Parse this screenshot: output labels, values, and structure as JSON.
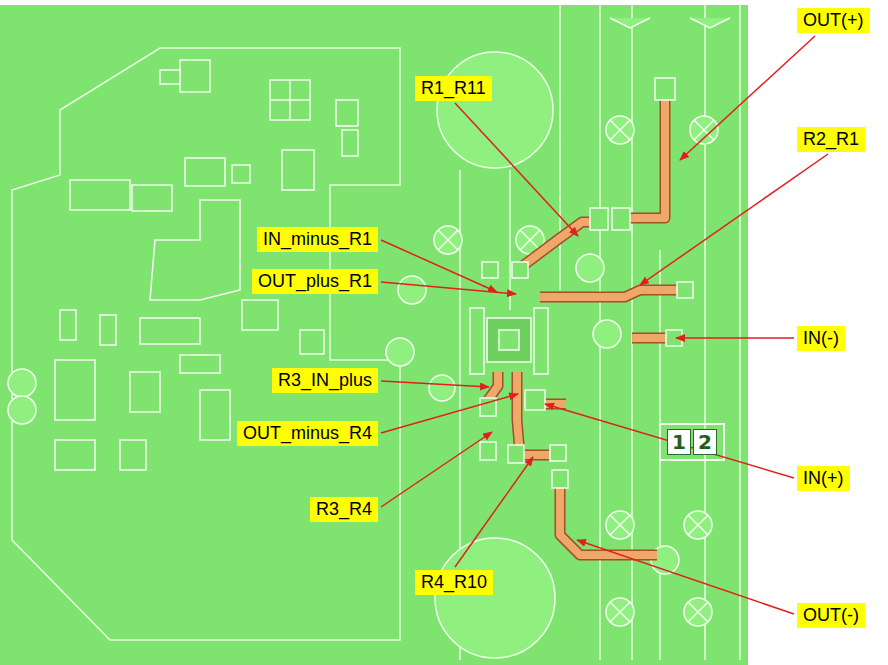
{
  "diagram": {
    "labels": [
      "OUT(+)",
      "R1_R11",
      "R2_R1",
      "IN_minus_R1",
      "OUT_plus_R1",
      "IN(-)",
      "R3_IN_plus",
      "OUT_minus_R4",
      "IN(+)",
      "R3_R4",
      "R4_R10",
      "OUT(-)",
      "1",
      "2"
    ]
  }
}
